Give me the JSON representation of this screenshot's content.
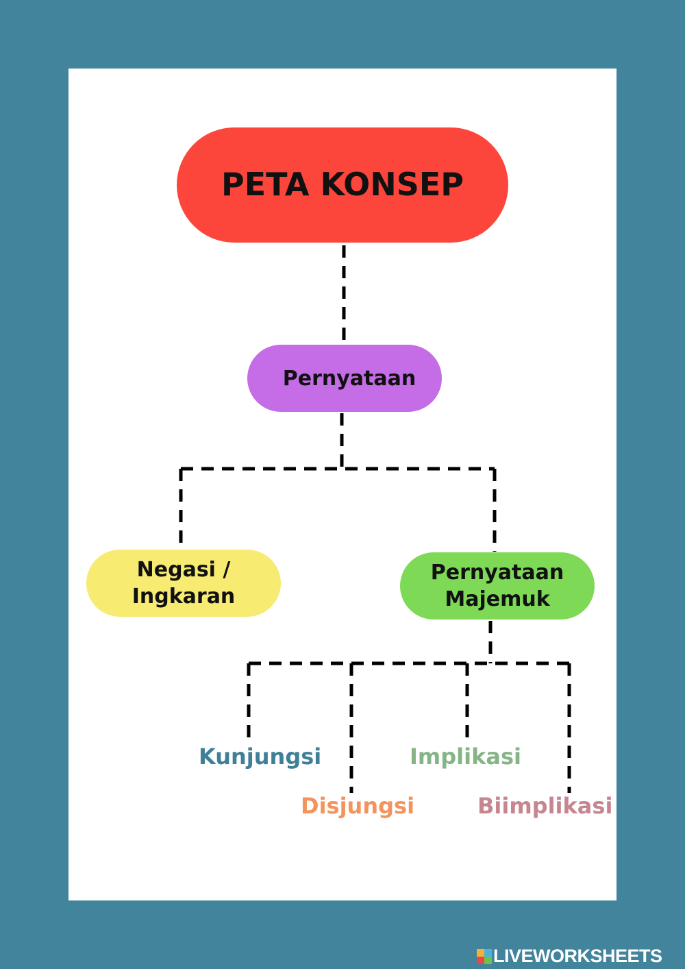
{
  "diagram": {
    "root": {
      "label": "PETA KONSEP",
      "color": "#fd463b"
    },
    "level1": {
      "label": "Pernyataan",
      "color": "#c56de6"
    },
    "level2": [
      {
        "label_line1": "Negasi /",
        "label_line2": "Ingkaran",
        "color": "#f7eb72"
      },
      {
        "label_line1": "Pernyataan",
        "label_line2": "Majemuk",
        "color": "#7ed957"
      }
    ],
    "level3": [
      {
        "label": "Kunjungsi",
        "color": "#3f8098"
      },
      {
        "label": "Disjungsi",
        "color": "#f4945c"
      },
      {
        "label": "Implikasi",
        "color": "#85b487"
      },
      {
        "label": "Biimplikasi",
        "color": "#c7868f"
      }
    ],
    "connector_style": "dashed",
    "background_color": "#42849c"
  },
  "watermark": {
    "text": "LIVEWORKSHEETS",
    "icon": "liveworksheets-logo-icon"
  }
}
